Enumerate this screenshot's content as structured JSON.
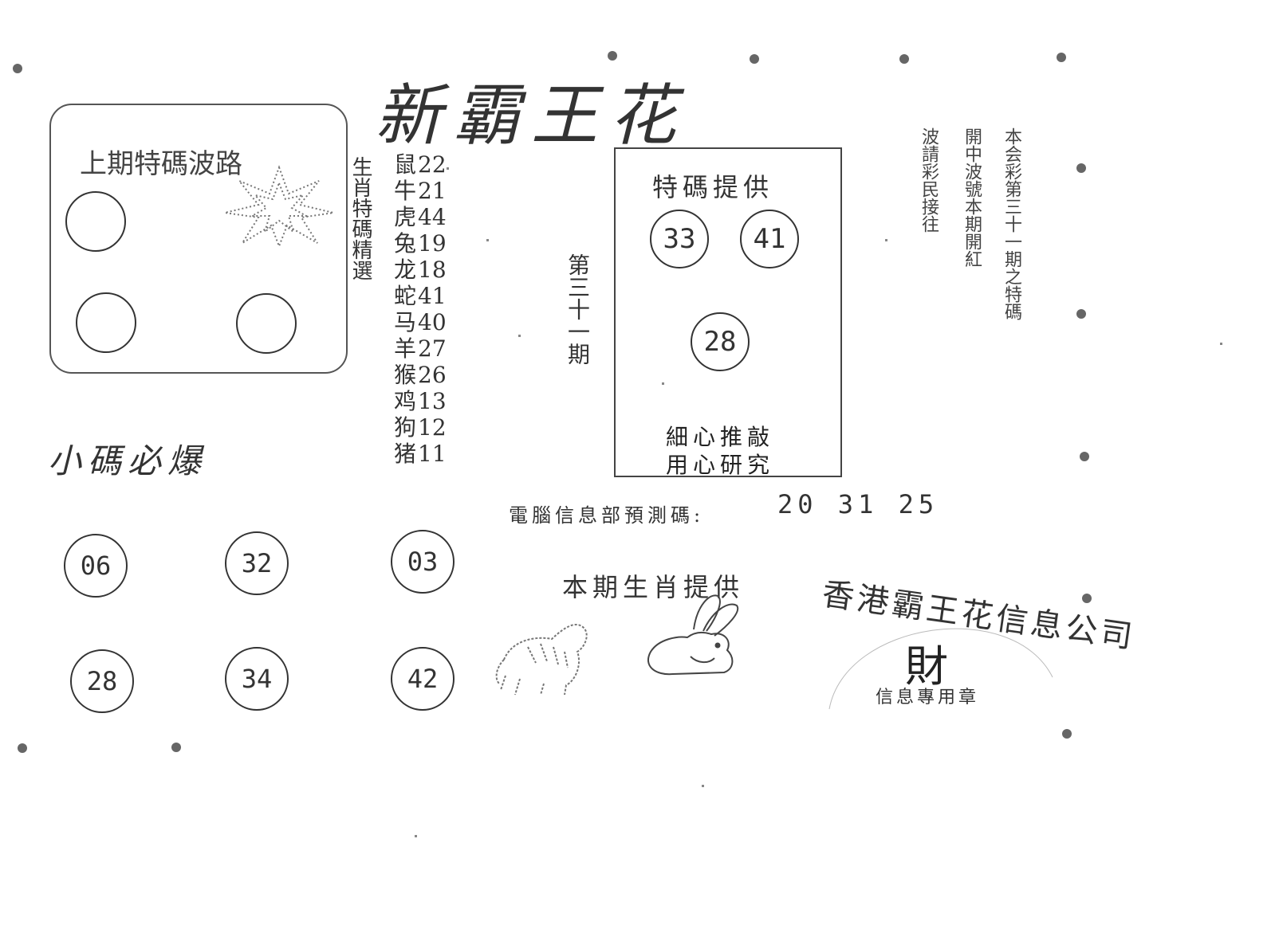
{
  "title": "新霸王花",
  "prev_section": {
    "label": "上期特碼波路"
  },
  "zodiac": {
    "heading": "生肖特碼精選",
    "items": [
      {
        "animal": "鼠",
        "number": "22"
      },
      {
        "animal": "牛",
        "number": "21"
      },
      {
        "animal": "虎",
        "number": "44"
      },
      {
        "animal": "兔",
        "number": "19"
      },
      {
        "animal": "龙",
        "number": "18"
      },
      {
        "animal": "蛇",
        "number": "41"
      },
      {
        "animal": "马",
        "number": "40"
      },
      {
        "animal": "羊",
        "number": "27"
      },
      {
        "animal": "猴",
        "number": "26"
      },
      {
        "animal": "鸡",
        "number": "13"
      },
      {
        "animal": "狗",
        "number": "12"
      },
      {
        "animal": "猪",
        "number": "11"
      }
    ]
  },
  "issue": "第三十一期",
  "special": {
    "title": "特碼提供",
    "numbers": [
      "33",
      "41",
      "28"
    ],
    "line1": "細心推敲",
    "line2": "用心研究"
  },
  "right_columns": [
    "本会彩第三十一期之特碼",
    "開中波號本期開紅",
    "波請彩民接往"
  ],
  "small_codes": {
    "heading": "小碼必爆",
    "numbers": [
      "06",
      "32",
      "03",
      "28",
      "34",
      "42"
    ]
  },
  "prediction": {
    "label": "電腦信息部預測碼:",
    "value": "20 31 25"
  },
  "zodiac_provide": "本期生肖提供",
  "stamp": {
    "name": "香港霸王花信息公司",
    "center": "財",
    "sub": "信息專用章"
  }
}
